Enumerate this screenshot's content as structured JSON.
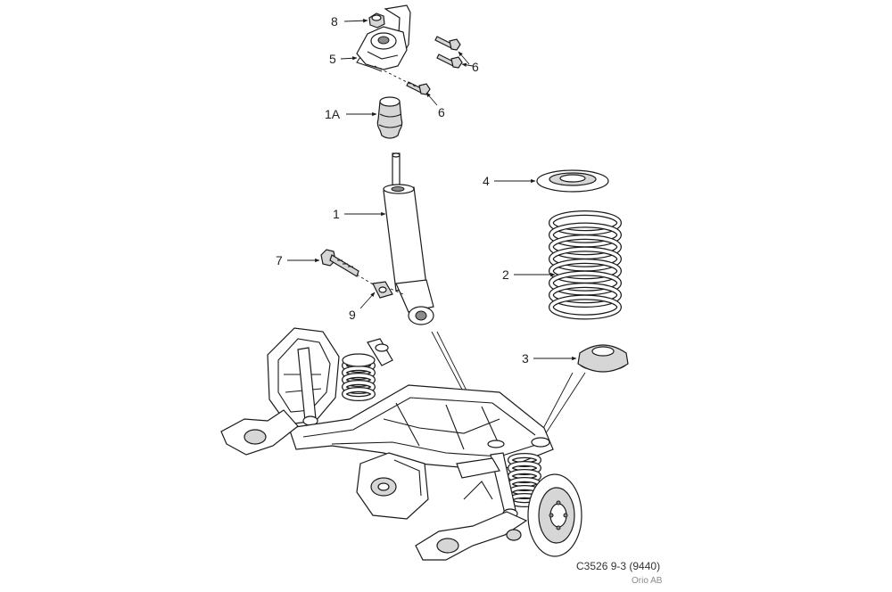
{
  "callouts": {
    "c8": "8",
    "c5": "5",
    "c6a": "6",
    "c6b": "6",
    "c1A": "1A",
    "c4": "4",
    "c1": "1",
    "c2": "2",
    "c7": "7",
    "c9": "9",
    "c3": "3"
  },
  "caption": {
    "code": "C3526 9-3 (9440)",
    "company": "Orio AB"
  }
}
